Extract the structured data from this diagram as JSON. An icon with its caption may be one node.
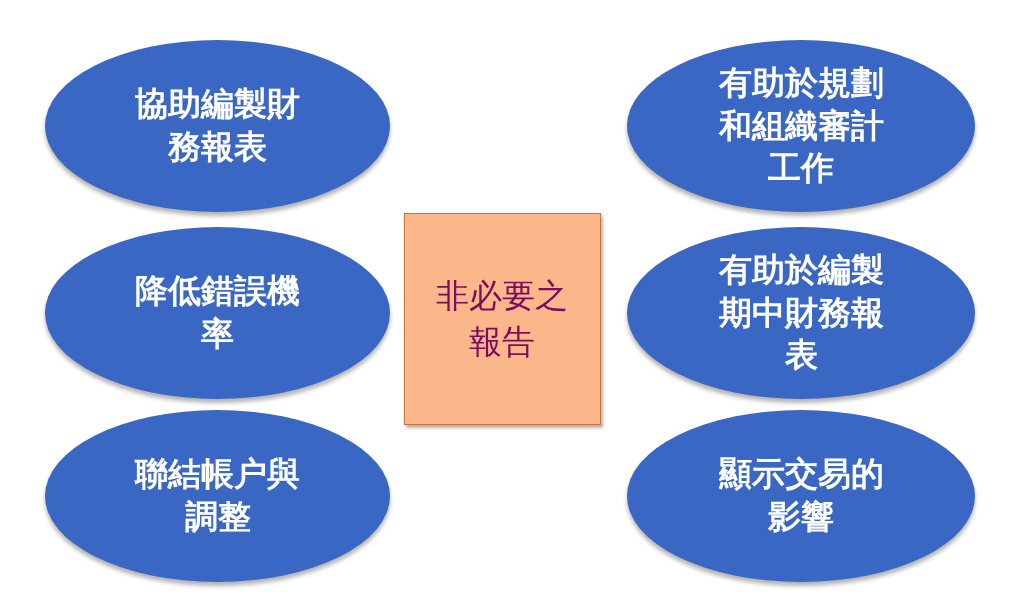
{
  "diagram": {
    "nodes": [
      {
        "text": [
          "協助編製財務報表"
        ]
      },
      {
        "text": [
          "降低錯誤機率"
        ]
      },
      {
        "text": [
          "聯結帳户與調整"
        ]
      },
      {
        "text": [
          "非必要之報告"
        ]
      },
      {
        "text": [
          "有助於規劃和組織審計工作"
        ]
      },
      {
        "text": [
          "有助於編製期中財務報表"
        ]
      },
      {
        "text": [
          "顯示交易的影響"
        ]
      }
    ],
    "edges": []
  }
}
